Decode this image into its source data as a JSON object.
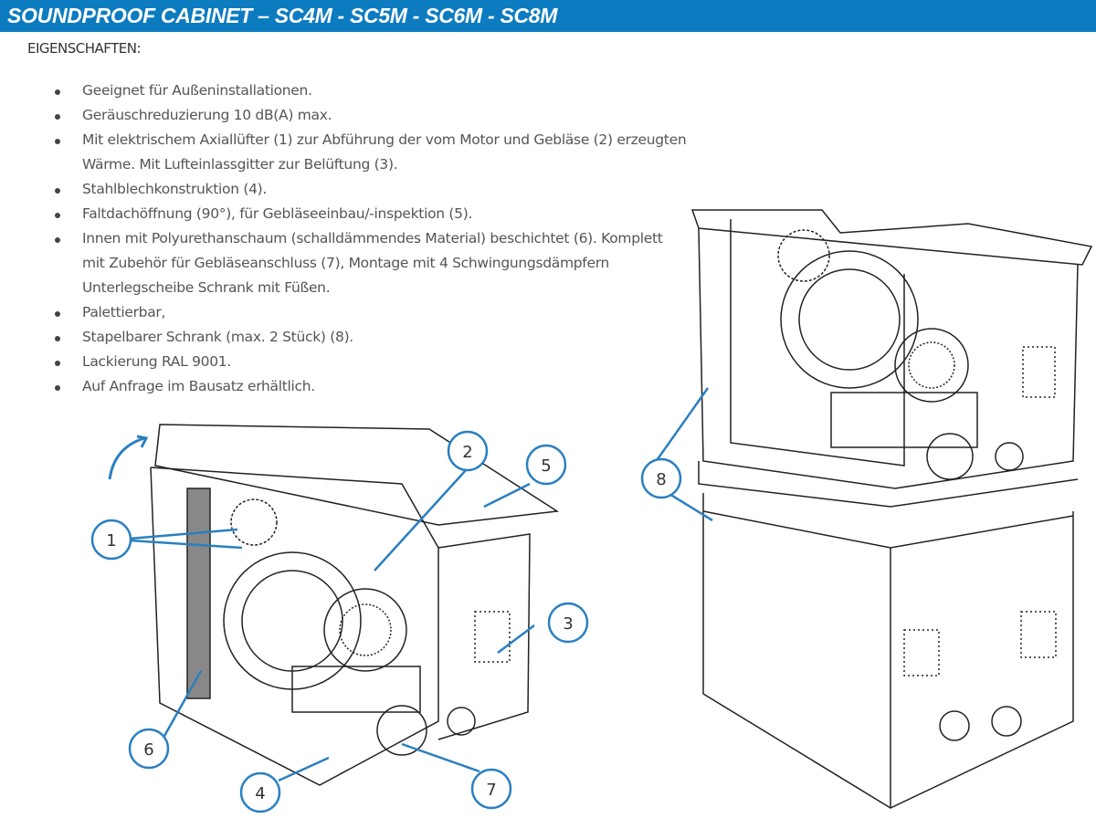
{
  "header": {
    "title": "SOUNDPROOF CABINET – SC4M - SC5M - SC6M - SC8M"
  },
  "section": {
    "title": "EIGENSCHAFTEN:"
  },
  "features": [
    "Geeignet für Außeninstallationen.",
    "Geräuschreduzierung 10 dB(A) max.",
    "Mit elektrischem Axiallüfter (1) zur Abführung der vom Motor und Gebläse (2) erzeugten Wärme. Mit Lufteinlassgitter zur Belüftung (3).",
    "Stahlblechkonstruktion (4).",
    "Faltdachöffnung (90°), für Gebläseeinbau/-inspektion (5).",
    "Innen mit Polyurethanschaum (schalldämmendes Material) beschichtet (6). Komplett mit Zubehör für Gebläseanschluss (7), Montage mit 4 Schwingungsdämpfern Unterlegscheibe Schrank mit Füßen.",
    "Palettierbar,",
    "Stapelbarer Schrank (max. 2 Stück) (8).",
    "Lackierung RAL 9001.",
    "Auf Anfrage im Bausatz erhältlich."
  ],
  "callouts": [
    "1",
    "2",
    "3",
    "4",
    "5",
    "6",
    "7",
    "8"
  ],
  "colors": {
    "header": "#0c7bc0",
    "callout": "#2a7fc0"
  }
}
